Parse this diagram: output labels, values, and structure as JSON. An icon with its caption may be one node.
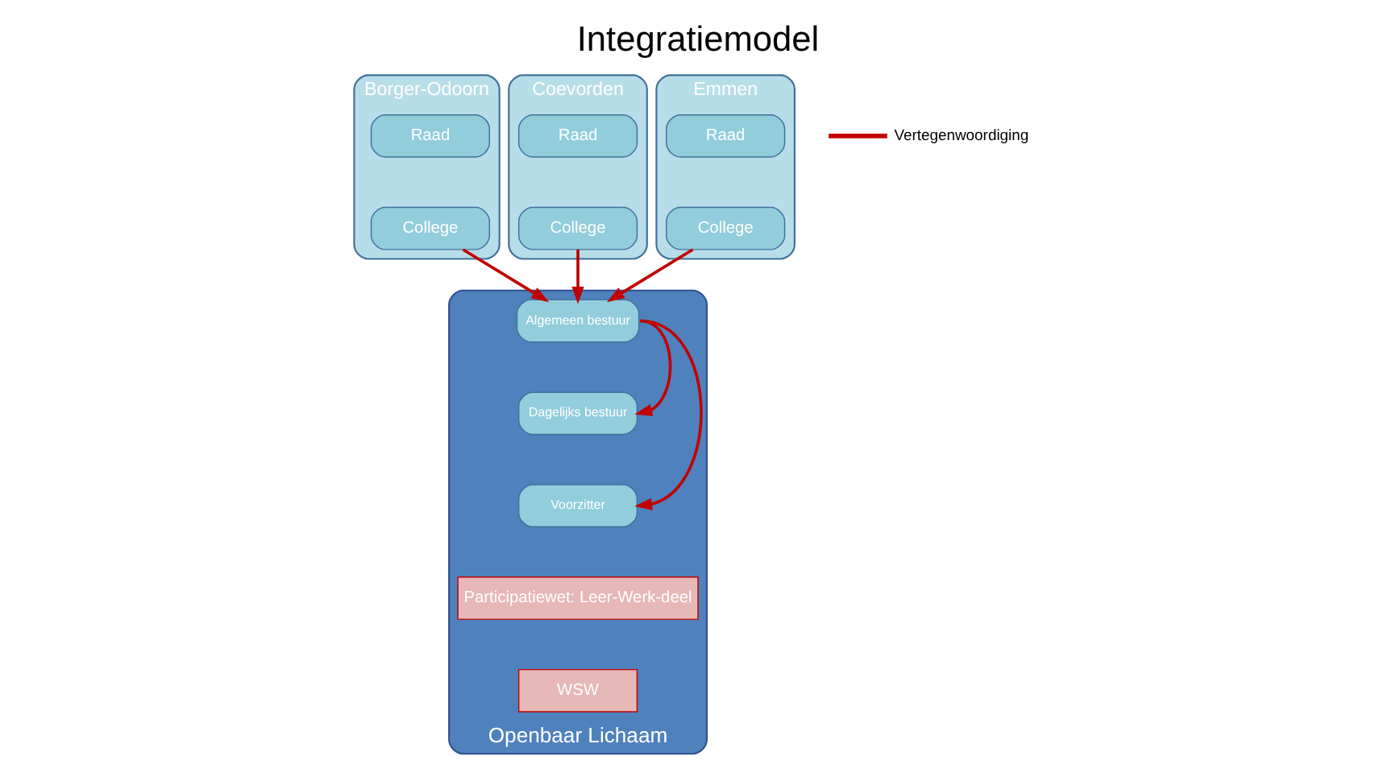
{
  "diagram": {
    "title": "Integratiemodel",
    "nodes": [
      {
        "text": [
          "Borger-Odoorn"
        ]
      },
      {
        "text": [
          "Raad"
        ],
        "in": 0
      },
      {
        "text": [
          "College"
        ],
        "in": 0
      },
      {
        "text": [
          "Coevorden"
        ]
      },
      {
        "text": [
          "Raad"
        ],
        "in": 3
      },
      {
        "text": [
          "College"
        ],
        "in": 3
      },
      {
        "text": [
          "Emmen"
        ]
      },
      {
        "text": [
          "Raad"
        ],
        "in": 6
      },
      {
        "text": [
          "College"
        ],
        "in": 6
      },
      {
        "text": [
          "Openbaar Lichaam"
        ]
      },
      {
        "text": [
          "Algemeen bestuur"
        ],
        "in": 9
      },
      {
        "text": [
          "Dagelijks bestuur"
        ],
        "in": 9
      },
      {
        "text": [
          "Voorzitter"
        ],
        "in": 9
      },
      {
        "text": [
          "Participatiewet: Leer-Werk-deel"
        ],
        "in": 9
      },
      {
        "text": [
          "WSW"
        ],
        "in": 9
      }
    ],
    "edges": [
      {
        "from": 2,
        "to": 10,
        "arrow": "to"
      },
      {
        "from": 5,
        "to": 10,
        "arrow": "to"
      },
      {
        "from": 8,
        "to": 10,
        "arrow": "to"
      },
      {
        "from": 10,
        "to": 11,
        "arrow": "to"
      },
      {
        "from": 10,
        "to": 12,
        "arrow": "to"
      }
    ],
    "legend": [
      {
        "text": "Vertegenwoordiging"
      }
    ]
  }
}
